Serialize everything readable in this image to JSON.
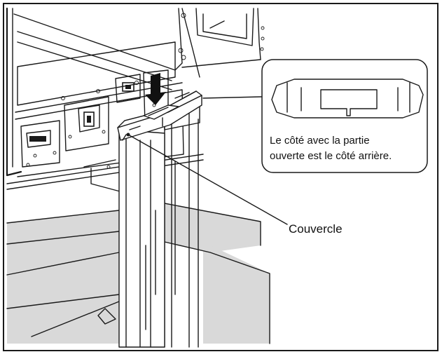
{
  "callout": {
    "line1": "Le côté avec la partie",
    "line2": "ouverte est le côté arrière."
  },
  "part_label": "Couvercle"
}
